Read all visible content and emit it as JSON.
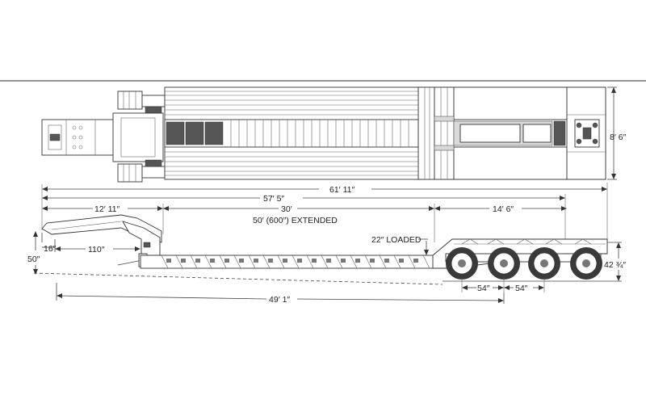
{
  "diagram": {
    "dimensions": {
      "overall_length": "61′ 11″",
      "width": "8′ 6″",
      "deck_to_rear": "57′ 5″",
      "gooseneck_length": "12′ 11″",
      "well_length": "30′",
      "extended": "50′ (600″) EXTENDED",
      "rear_deck": "14′ 6″",
      "loaded_height": "22″ LOADED",
      "kingpin_offset": "16″",
      "neck_length": "110″",
      "fifth_wheel_height": "50″",
      "axle_spacing_1": "54″",
      "axle_spacing_2": "54″",
      "rear_deck_height": "42 ¾″",
      "kingpin_to_axle": "49′ 1″"
    }
  }
}
